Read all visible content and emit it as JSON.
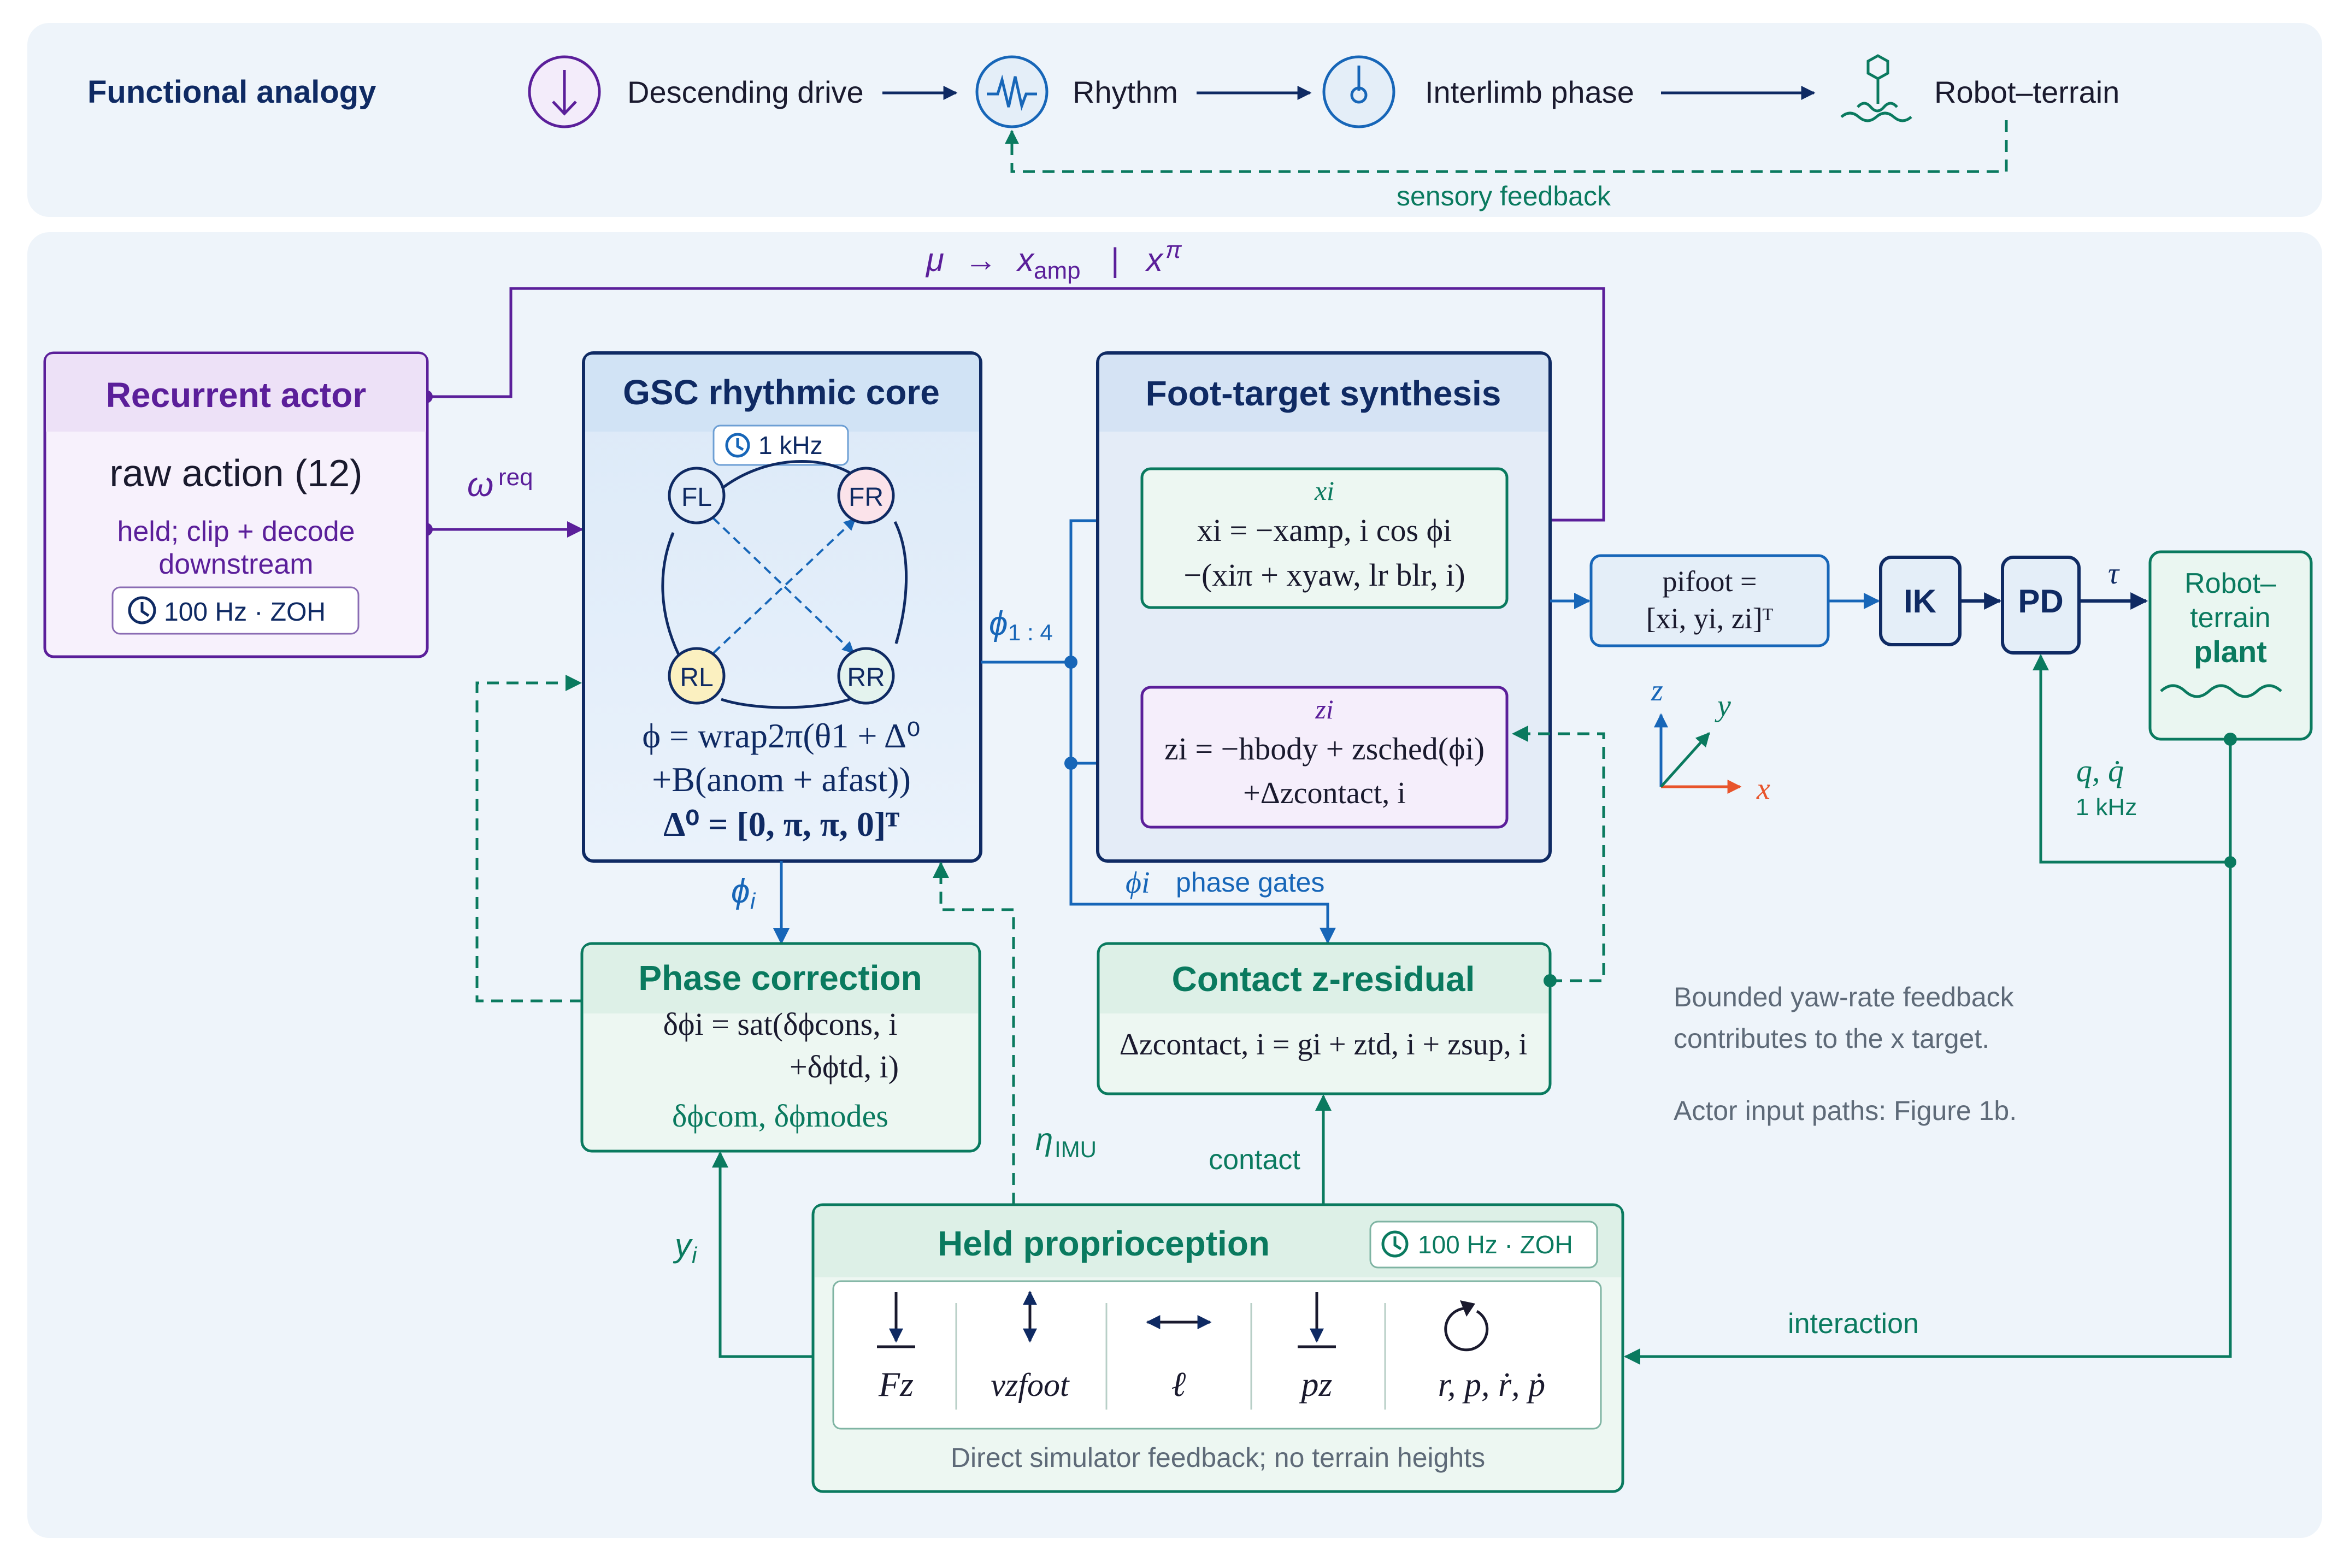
{
  "colors": {
    "purple": "#5b1f9a",
    "blue": "#1766b8",
    "navy": "#0f2a63",
    "green": "#0a7a5f",
    "gray": "#5e6a78",
    "orange": "#e8542b"
  },
  "banner": {
    "title": "Functional analogy",
    "items": [
      {
        "icon": "down-arrow-icon",
        "label": "Descending drive"
      },
      {
        "icon": "rhythm-wave-icon",
        "label": "Rhythm"
      },
      {
        "icon": "clock-dial-icon",
        "label": "Interlimb phase"
      },
      {
        "icon": "terrain-robot-icon",
        "label": "Robot–terrain"
      }
    ],
    "feedback_label": "sensory feedback"
  },
  "top_path": {
    "mu": "μ",
    "arrow": "→",
    "x": "x",
    "amp": "amp",
    "sep": "|",
    "xpi": "x",
    "pi": "π"
  },
  "actor": {
    "title": "Recurrent actor",
    "action_main": "raw action (12)",
    "note1": "held; clip + decode",
    "note2": "downstream",
    "rate": "100 Hz · ZOH",
    "omega": "ω",
    "omega_sup": "req"
  },
  "gsc": {
    "title": "GSC rhythmic core",
    "rate": "1 kHz",
    "legs": [
      "FL",
      "FR",
      "RL",
      "RR"
    ],
    "eq1": "ϕ = wrap2π(θ1 + Δ⁰",
    "eq2": "+B(anom + afast))",
    "eq3": "Δ⁰ = [0, π, π, 0]ᵀ",
    "out_phi": "ϕ",
    "out_phi_sub": "1 : 4",
    "down_phi": "ϕ",
    "down_phi_sub": "i"
  },
  "foot": {
    "title": "Foot-target synthesis",
    "x_label": "xi",
    "x_eq1": "xi = −xamp, i cos ϕi",
    "x_eq2": "−(xiπ + xyaw, lr blr, i)",
    "z_label": "zi",
    "z_eq1": "zi = −hbody + zsched(ϕi)",
    "z_eq2": "+Δzcontact, i",
    "phase_gates_phi": "ϕi",
    "phase_gates": "phase gates"
  },
  "axes": {
    "z": "z",
    "y": "y",
    "x": "x"
  },
  "pfoot": {
    "line1": "pifoot =",
    "line2": "[xi, yi, zi]ᵀ"
  },
  "ik": "IK",
  "pd": "PD",
  "tau": "τ",
  "plant": {
    "line1": "Robot–",
    "line2": "terrain",
    "line3": "plant"
  },
  "qfb": {
    "label": "q, q̇",
    "rate": "1 kHz"
  },
  "phase_corr": {
    "title": "Phase correction",
    "eq1": "δϕi = sat(δϕcons, i",
    "eq2": "+δϕtd, i)",
    "eq3": "δϕcom,  δϕmodes"
  },
  "contact_res": {
    "title": "Contact z-residual",
    "eq": "Δzcontact, i = gi + ztd, i + zsup, i"
  },
  "notes": {
    "line1": "Bounded yaw-rate feedback",
    "line2": "contributes to the x target.",
    "line3": "Actor input paths: Figure 1b."
  },
  "held": {
    "title": "Held proprioception",
    "rate": "100 Hz · ZOH",
    "signals": [
      {
        "icon": "force-down-arrow-icon",
        "label": "Fz"
      },
      {
        "icon": "velocity-updown-arrow-icon",
        "label": "vzfoot"
      },
      {
        "icon": "leftright-arrow-icon",
        "label": "ℓ"
      },
      {
        "icon": "position-down-arrow-icon",
        "label": "pz"
      },
      {
        "icon": "rotation-arrow-icon",
        "label": "r, p, ṙ, ṗ"
      }
    ],
    "footer": "Direct simulator feedback; no terrain heights"
  },
  "edge_labels": {
    "eta": "η",
    "eta_sub": "IMU",
    "contact": "contact",
    "yi": "y",
    "yi_sub": "i",
    "interaction": "interaction"
  }
}
